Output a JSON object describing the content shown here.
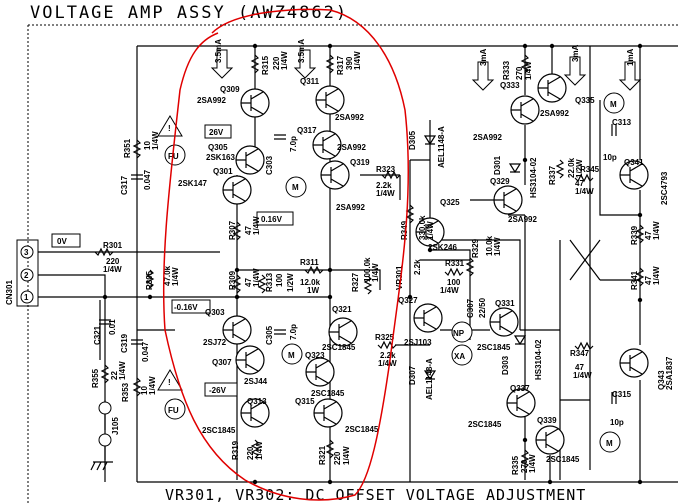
{
  "title": "VOLTAGE AMP ASSY (AWZ4862)",
  "caption": "VR301, VR302: DC OFFSET VOLTAGE ADJUSTMENT",
  "connector": {
    "name": "CN301",
    "pins": [
      "3",
      "2",
      "1"
    ],
    "pin3_voltage": "0V"
  },
  "markers": {
    "fu": "FU",
    "m": "M",
    "np": "NP",
    "xa": "XA",
    "warning": "!"
  },
  "currents": {
    "q309": "3.5mA",
    "q311": "3.5mA",
    "q333": "3mA",
    "q335": "3mA",
    "q341": "1mA"
  },
  "voltages": {
    "v26": "26V",
    "v016": "0.16V",
    "vm016": "-0.16V",
    "vm26": "-26V"
  },
  "transistors": {
    "q301": {
      "ref": "Q301",
      "type": "2SK147"
    },
    "q303": {
      "ref": "Q303",
      "type": "2SJ72"
    },
    "q305": {
      "ref": "Q305",
      "type": "2SK163"
    },
    "q307": {
      "ref": "Q307",
      "type": "2SJ44"
    },
    "q309": {
      "ref": "Q309",
      "type": "2SA992"
    },
    "q311": {
      "ref": "Q311",
      "type": "2SA992"
    },
    "q313": {
      "ref": "Q313",
      "type": "2SC1845"
    },
    "q315": {
      "ref": "Q315",
      "type": "2SC1845"
    },
    "q317": {
      "ref": "Q317",
      "type": "2SA992"
    },
    "q319": {
      "ref": "Q319",
      "type": "2SA992"
    },
    "q321": {
      "ref": "Q321",
      "type": "2SC1845"
    },
    "q323": {
      "ref": "Q323",
      "type": "2SC1845"
    },
    "q325": {
      "ref": "Q325",
      "type": "2SK246"
    },
    "q327": {
      "ref": "Q327",
      "type": "2SJ103"
    },
    "q329": {
      "ref": "Q329",
      "type": "2SA992"
    },
    "q331": {
      "ref": "Q331",
      "type": "2SC1845"
    },
    "q333": {
      "ref": "Q333",
      "type": "2SA992"
    },
    "q335": {
      "ref": "Q335",
      "type": "2SA992"
    },
    "q337": {
      "ref": "Q337",
      "type": "2SC1845"
    },
    "q339": {
      "ref": "Q339",
      "type": "2SC1845"
    },
    "q341": {
      "ref": "Q341",
      "type": "2SC4793"
    },
    "q343": {
      "ref": "Q343",
      "type": "2SA1837"
    }
  },
  "resistors": {
    "r301": {
      "ref": "R301",
      "value": "220",
      "power": "1/4W"
    },
    "r305": {
      "ref": "R305",
      "value": "47.0k",
      "power": "1/4W"
    },
    "r307": {
      "ref": "R307",
      "value": "47",
      "power": "1/4W"
    },
    "r309": {
      "ref": "R309",
      "value": "47",
      "power": "1/4W"
    },
    "r311": {
      "ref": "R311",
      "value": "12.0k",
      "power": "1W"
    },
    "r313": {
      "ref": "R313",
      "value": "100",
      "power": "1/2W"
    },
    "r315": {
      "ref": "R315",
      "value": "220",
      "power": "1/4W"
    },
    "r317": {
      "ref": "R317",
      "value": "390",
      "power": "1/4W"
    },
    "r319": {
      "ref": "R319",
      "value": "220",
      "power": "1/4W"
    },
    "r321": {
      "ref": "R321",
      "value": "220",
      "power": "1/4W"
    },
    "r323": {
      "ref": "R323",
      "value": "2.2k",
      "power": "1/4W"
    },
    "r325": {
      "ref": "R325",
      "value": "2.2k",
      "power": "1/4W"
    },
    "r327": {
      "ref": "R327",
      "value": "100.0k",
      "power": "1/4W"
    },
    "r329": {
      "ref": "R329",
      "value": "10.0k",
      "power": "1/4W"
    },
    "r331": {
      "ref": "R331",
      "value": "100",
      "power": "1/4W"
    },
    "r333": {
      "ref": "R333",
      "value": "270",
      "power": "1/4W"
    },
    "r335": {
      "ref": "R335",
      "value": "270",
      "power": "1/4W"
    },
    "r337": {
      "ref": "R337",
      "value": "22.0k",
      "power": "1/2W"
    },
    "r339": {
      "ref": "R339",
      "value": "47",
      "power": "1/4W"
    },
    "r341": {
      "ref": "R341",
      "value": "47",
      "power": "1/4W"
    },
    "r345": {
      "ref": "R345",
      "value": "47",
      "power": "1/4W"
    },
    "r347": {
      "ref": "R347",
      "value": "47",
      "power": "1/4W"
    },
    "r349": {
      "ref": "R349",
      "value": "330.0k",
      "power": "1/4W"
    },
    "r351": {
      "ref": "R351",
      "value": "10",
      "power": "1/4W"
    },
    "r353": {
      "ref": "R353",
      "value": "10",
      "power": "1/4W"
    },
    "r355": {
      "ref": "R355",
      "value": "22",
      "power": "1/4W"
    }
  },
  "capacitors": {
    "c303": {
      "ref": "C303",
      "value": "7.0p"
    },
    "c305": {
      "ref": "C305",
      "value": "7.0p"
    },
    "c307": {
      "ref": "C307",
      "value": "22/50"
    },
    "c313": {
      "ref": "C313",
      "value": "10p"
    },
    "c315": {
      "ref": "C315",
      "value": "10p"
    },
    "c317": {
      "ref": "C317",
      "value": "0.047"
    },
    "c319": {
      "ref": "C319",
      "value": "0.047"
    },
    "c321": {
      "ref": "C321",
      "value": "0.01"
    }
  },
  "diodes": {
    "d301": {
      "ref": "D301",
      "type": "HS3104-02"
    },
    "d303": {
      "ref": "D303",
      "type": "HS3104-02"
    },
    "d305": {
      "ref": "D305",
      "type": "AEL1148-A"
    },
    "d307": {
      "ref": "D307",
      "type": "AEL1148-A"
    }
  },
  "others": {
    "vr301": {
      "ref": "VR301",
      "value": "2.2k"
    },
    "j105": "J105"
  },
  "colors": {
    "ink": "#000000",
    "annotation": "#e00000"
  }
}
